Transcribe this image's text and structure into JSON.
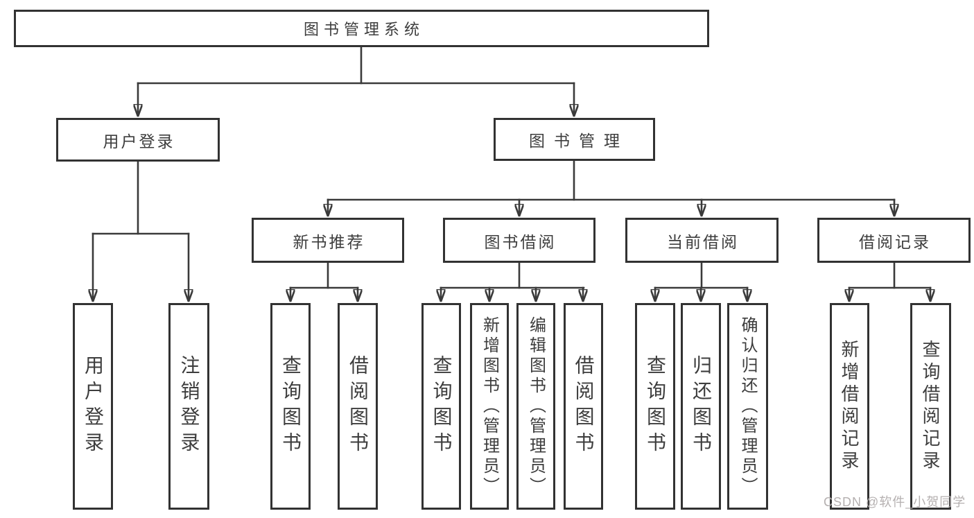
{
  "diagram_title": "图书管理系统",
  "watermark": "CSDN @软件_小贺同学",
  "colors": {
    "background": "#ffffff",
    "box_border": "#323232",
    "connector_line": "#3a3a3a",
    "text": "#3d3d3d",
    "watermark_text": "#b5b0b0"
  },
  "nodes": {
    "root": "图书管理系统",
    "user_login": "用户登录",
    "book_management": "图书管理",
    "new_book_recommend": "新书推荐",
    "book_borrowing": "图书借阅",
    "current_borrowing": "当前借阅",
    "borrowing_records": "借阅记录",
    "leaf_user_login": "用户登录",
    "leaf_logout": "注销登录",
    "leaf_query_books_1": "查询图书",
    "leaf_borrow_books_1": "借阅图书",
    "leaf_query_books_2": "查询图书",
    "leaf_add_books_admin": "新增图书（管理员）",
    "leaf_edit_books_admin": "编辑图书（管理员）",
    "leaf_borrow_books_2": "借阅图书",
    "leaf_query_books_3": "查询图书",
    "leaf_return_books": "归还图书",
    "leaf_confirm_return_admin": "确认归还（管理员）",
    "leaf_add_borrow_record": "新增借阅记录",
    "leaf_query_borrow_record": "查询借阅记录"
  }
}
